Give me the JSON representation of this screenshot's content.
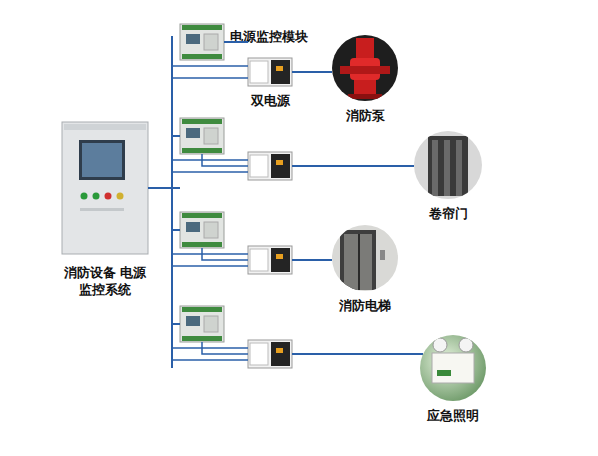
{
  "diagram": {
    "nodes": [
      {
        "text": [
          "消防设备 电源监控系统"
        ]
      },
      {
        "text": [
          "电源监控模块"
        ]
      },
      {
        "text": [
          "双电源"
        ]
      },
      {
        "text": [
          "消防泵"
        ]
      },
      {
        "text": [
          "卷帘门"
        ]
      },
      {
        "text": [
          "消防电梯"
        ]
      },
      {
        "text": [
          "应急照明"
        ]
      }
    ],
    "edges": [
      {
        "from": 0,
        "to": 1,
        "arrow": "none"
      },
      {
        "from": 1,
        "to": 2,
        "arrow": "none"
      },
      {
        "from": 2,
        "to": 3,
        "arrow": "none"
      }
    ]
  }
}
